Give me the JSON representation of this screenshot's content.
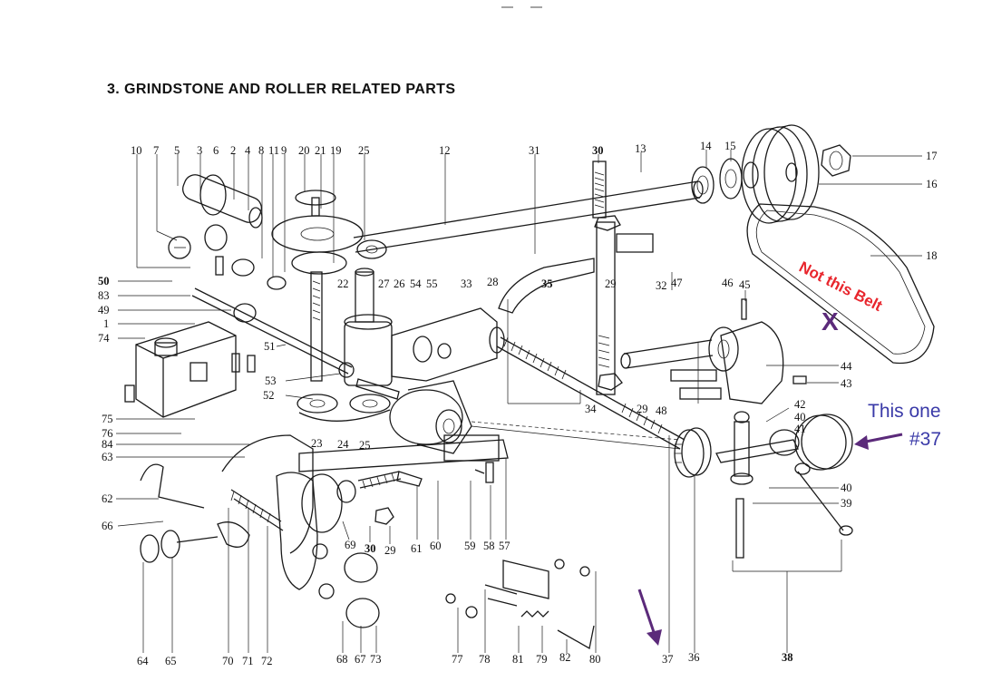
{
  "title": "3. GRINDSTONE AND ROLLER RELATED PARTS",
  "annotations": {
    "not_this": "Not this Belt",
    "x_mark": "X",
    "this_one": "This one",
    "part_ref": "#37",
    "colors": {
      "red": "#e8262d",
      "purple": "#5b2a7a",
      "blue": "#3a3aa8"
    }
  },
  "labels": {
    "n10": "10",
    "n7": "7",
    "n5": "5",
    "n3": "3",
    "n6": "6",
    "n2": "2",
    "n4": "4",
    "n8": "8",
    "n11": "11",
    "n9": "9",
    "n20": "20",
    "n21": "21",
    "n19": "19",
    "n25a": "25",
    "n12": "12",
    "n31": "31",
    "n30a": "30",
    "n13": "13",
    "n14": "14",
    "n15": "15",
    "n17": "17",
    "n16": "16",
    "n18": "18",
    "n50": "50",
    "n83": "83",
    "n49": "49",
    "n1": "1",
    "n74": "74",
    "n51": "51",
    "n22": "22",
    "n27": "27",
    "n26": "26",
    "n54": "54",
    "n55": "55",
    "n33": "33",
    "n28": "28",
    "n35": "35",
    "n29a": "29",
    "n32": "32",
    "n47": "47",
    "n46": "46",
    "n45": "45",
    "n44": "44",
    "n43": "43",
    "n42": "42",
    "n40a": "40",
    "n41": "41",
    "n53": "53",
    "n52": "52",
    "n34": "34",
    "n29b": "29",
    "n48": "48",
    "n75": "75",
    "n76": "76",
    "n84": "84",
    "n63": "63",
    "n23": "23",
    "n24": "24",
    "n25b": "25",
    "n40b": "40",
    "n39": "39",
    "n62": "62",
    "n66": "66",
    "n69": "69",
    "n30b": "30",
    "n29c": "29",
    "n61": "61",
    "n60": "60",
    "n59": "59",
    "n58": "58",
    "n57": "57",
    "n64": "64",
    "n65": "65",
    "n70": "70",
    "n71": "71",
    "n72": "72",
    "n68": "68",
    "n67": "67",
    "n73": "73",
    "n77": "77",
    "n78": "78",
    "n81": "81",
    "n79": "79",
    "n82": "82",
    "n80": "80",
    "n37": "37",
    "n36": "36",
    "n38": "38"
  }
}
